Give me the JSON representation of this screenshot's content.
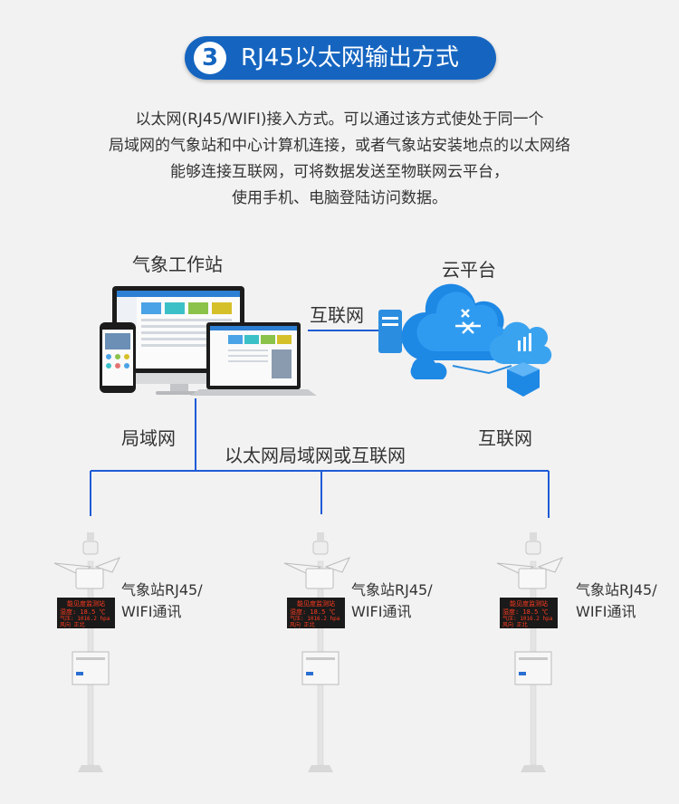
{
  "header": {
    "step_number": "3",
    "title": "RJ45以太网输出方式"
  },
  "intro": {
    "lines": [
      "以太网(RJ45/WIFI)接入方式。可以通过该方式使处于同一个",
      "局域网的气象站和中心计算机连接，或者气象站安装地点的以太网络",
      "能够连接互联网，可将数据发送至物联网云平台，",
      "使用手机、电脑登陆访问数据。"
    ]
  },
  "diagram": {
    "workstation_label": "气象工作站",
    "cloud_label": "云平台",
    "internet_link_label": "互联网",
    "lan_label": "局域网",
    "internet_label_right": "互联网",
    "bus_label": "以太网局域网或互联网",
    "stations": [
      {
        "line1": "气象站RJ45/",
        "line2": "WIFI通讯"
      },
      {
        "line1": "气象站RJ45/",
        "line2": "WIFI通讯"
      },
      {
        "line1": "气象站RJ45/",
        "line2": "WIFI通讯"
      }
    ],
    "display_board": {
      "title": "能见度监测站",
      "row1": "湿度: 18.5 ℃",
      "row2": "气压: 1016.2 hpa",
      "row3": "风向  正北"
    }
  },
  "colors": {
    "accent": "#1565c0",
    "line": "#1e5bd6",
    "cloud": "#2a8de0",
    "led_red": "#ff3b1f"
  }
}
